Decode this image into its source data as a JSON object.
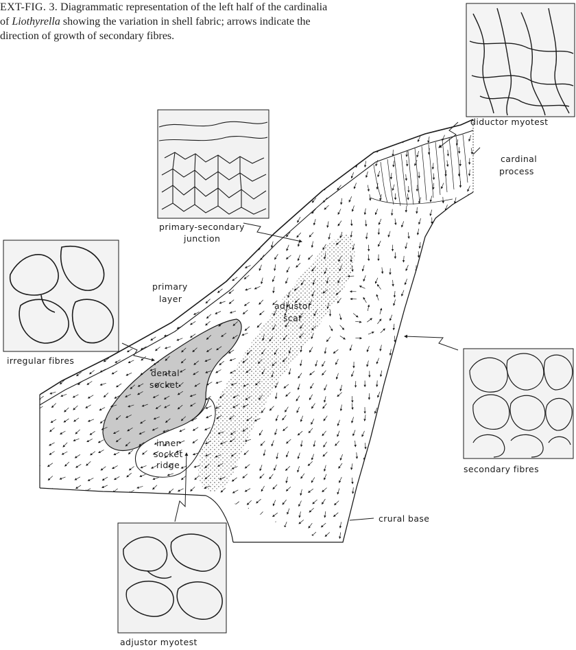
{
  "caption": {
    "lead": "EXT-FIG. 3.",
    "line1_rest": " Diagrammatic representation of the left half of the cardinalia",
    "line2_pre": "of ",
    "genus": "Liothyrella",
    "line2_post": " showing the variation in shell fabric; arrows indicate the",
    "line3": "direction of growth of secondary fibres."
  },
  "labels": {
    "diductor_myotest": "diductor myotest",
    "cardinal": "cardinal",
    "process": "process",
    "primary_secondary": "primary-secondary",
    "junction": "junction",
    "primary": "primary",
    "layer": "layer",
    "adjustor": "adjustor",
    "scar": "scar",
    "irregular_fibres": "irregular fibres",
    "dental": "dental",
    "socket": "socket",
    "inner": "inner",
    "socket2": "socket",
    "ridge": "ridge",
    "secondary_fibres": "secondary fibres",
    "crural_base": "crural base",
    "adjustor_myotest": "adjustor myotest"
  },
  "colors": {
    "ink": "#1a1a1a",
    "socket_fill": "#c9c9c9",
    "paper": "#ffffff"
  }
}
